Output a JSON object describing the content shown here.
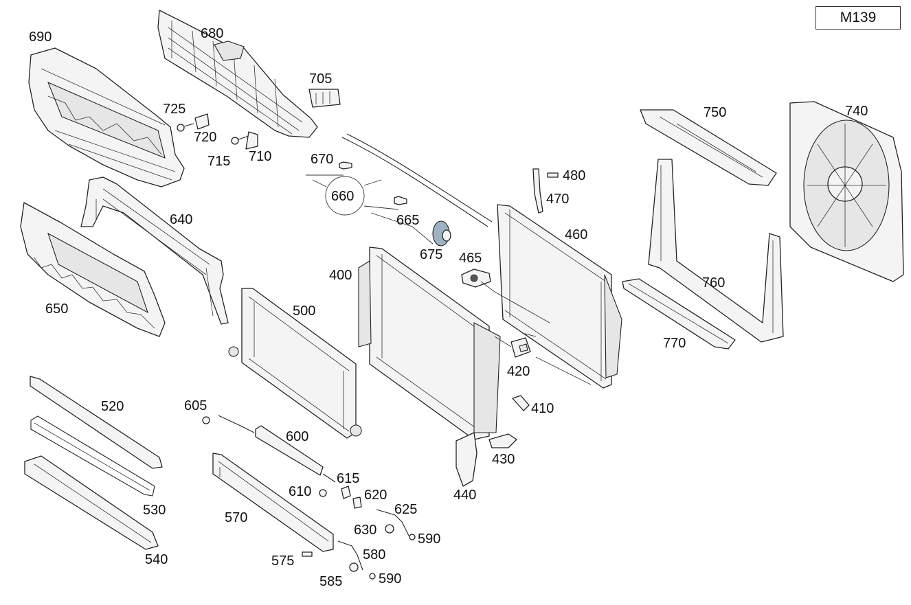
{
  "diagram_code": "M139",
  "labels": {
    "p400": "400",
    "p410": "410",
    "p420": "420",
    "p430": "430",
    "p440": "440",
    "p460": "460",
    "p465": "465",
    "p470": "470",
    "p480": "480",
    "p500": "500",
    "p520": "520",
    "p530": "530",
    "p540": "540",
    "p570": "570",
    "p575": "575",
    "p580": "580",
    "p585": "585",
    "p590a": "590",
    "p590b": "590",
    "p600": "600",
    "p605": "605",
    "p610": "610",
    "p615": "615",
    "p620": "620",
    "p625": "625",
    "p630": "630",
    "p640": "640",
    "p650": "650",
    "p660": "660",
    "p665": "665",
    "p670": "670",
    "p675": "675",
    "p680": "680",
    "p690": "690",
    "p705": "705",
    "p710": "710",
    "p715": "715",
    "p720": "720",
    "p725": "725",
    "p740": "740",
    "p750": "750",
    "p760": "760",
    "p770": "770"
  }
}
